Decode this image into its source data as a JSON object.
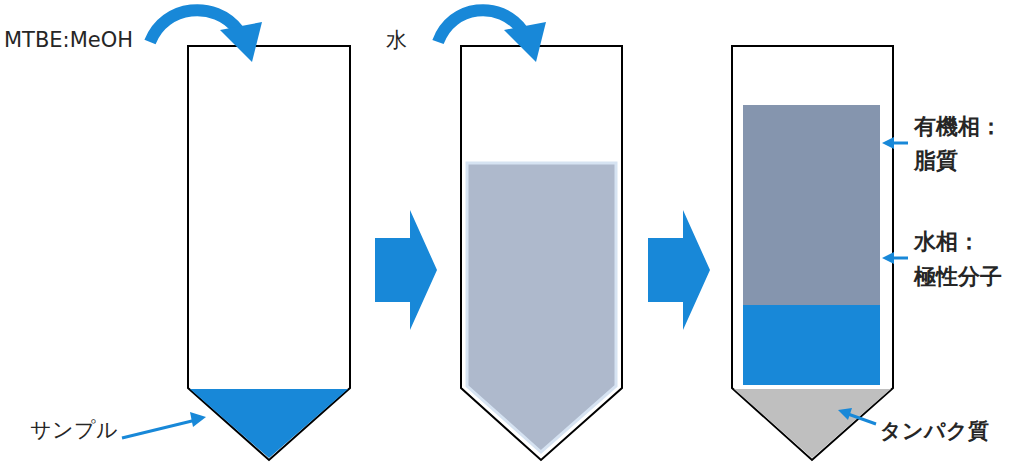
{
  "diagram": {
    "labels": [
      "MTBE:MeOH",
      "水",
      "サンプル",
      "有機相：",
      "脂質",
      "水相：",
      "極性分子",
      "タンパク質"
    ]
  }
}
